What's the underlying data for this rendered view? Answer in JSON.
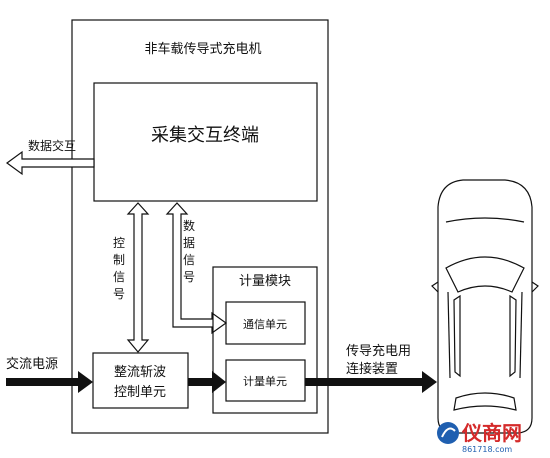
{
  "diagram": {
    "outer_box": {
      "title": "非车载传导式充电机"
    },
    "terminal": {
      "title": "采集交互终端"
    },
    "data_exchange": {
      "label": "数据交互"
    },
    "control_signal": {
      "chars": [
        "控",
        "制",
        "信",
        "号"
      ]
    },
    "data_signal": {
      "chars": [
        "数",
        "据",
        "信",
        "号"
      ]
    },
    "metering_module": {
      "title": "计量模块"
    },
    "comm_unit": {
      "label": "通信单元"
    },
    "meter_unit": {
      "label": "计量单元"
    },
    "ac_source": {
      "label": "交流电源"
    },
    "rectifier_unit": {
      "line1": "整流斩波",
      "line2": "控制单元"
    },
    "connector": {
      "line1": "传导充电用",
      "line2": "连接装置"
    },
    "watermark": {
      "brand": "仪商网",
      "site": "861718.com"
    }
  },
  "colors": {
    "stroke": "#111111",
    "arrow_fill": "#111111",
    "hollow_arrow_fill": "#ffffff",
    "watermark_red": "#d42a2a",
    "watermark_blue": "#1f5fb0"
  }
}
